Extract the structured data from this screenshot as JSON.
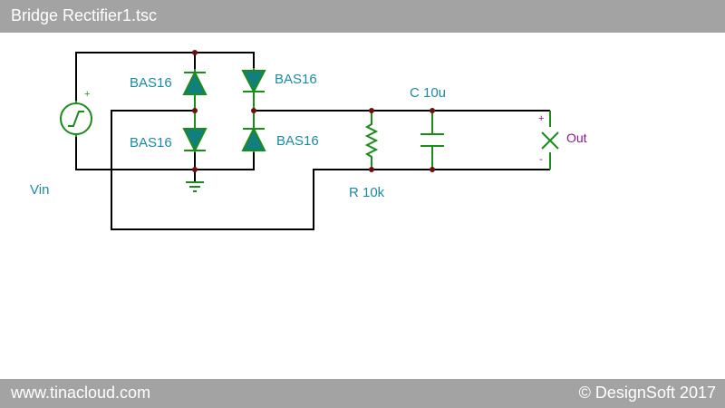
{
  "window": {
    "title": "Bridge Rectifier1.tsc"
  },
  "footer": {
    "url": "www.tinacloud.com",
    "copyright": "© DesignSoft 2017"
  },
  "components": {
    "d1": "BAS16",
    "d2": "BAS16",
    "d3": "BAS16",
    "d4": "BAS16",
    "capacitor": "C 10u",
    "resistor": "R 10k",
    "source": "Vin",
    "output": "Out"
  },
  "polarity": {
    "plus": "+",
    "minus": "-"
  },
  "colors": {
    "wire": "#000000",
    "component": "#1a8c1a",
    "diode_fill": "#117f7f",
    "node": "#6b1010",
    "label": "#1a8aa6",
    "output_label": "#8a168a",
    "bar": "#a3a3a3"
  }
}
